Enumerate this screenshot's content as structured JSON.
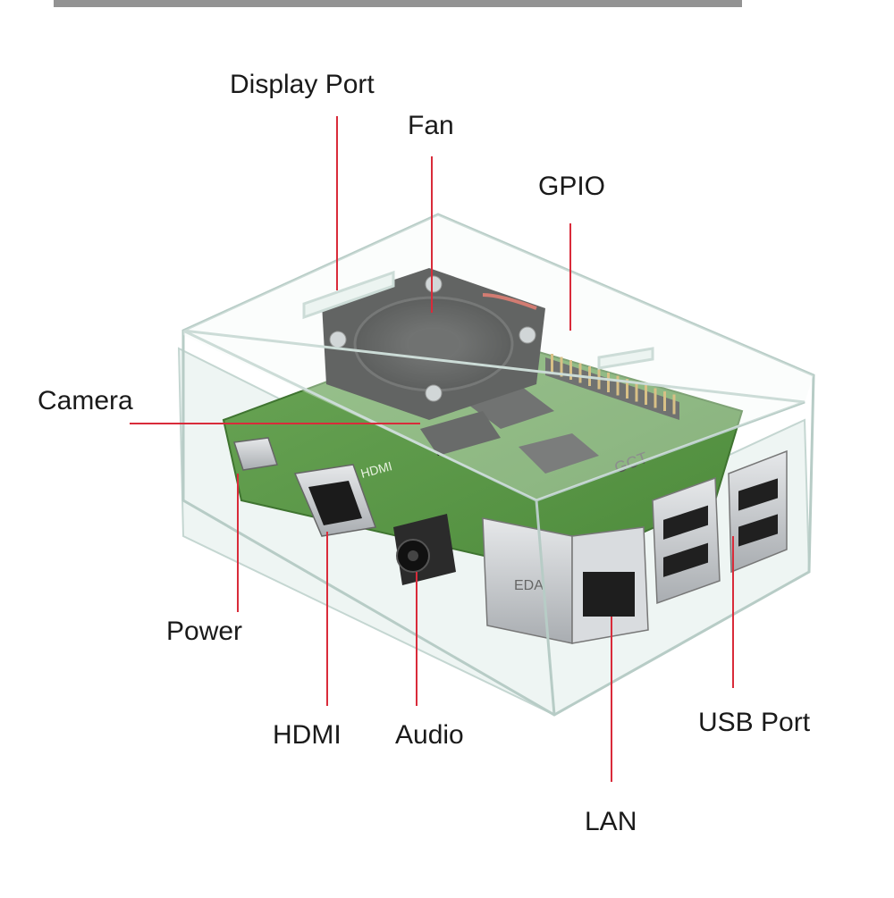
{
  "labels": {
    "display_port": "Display Port",
    "fan": "Fan",
    "gpio": "GPIO",
    "camera": "Camera",
    "power": "Power",
    "hdmi": "HDMI",
    "audio": "Audio",
    "usb_port": "USB Port",
    "lan": "LAN"
  },
  "board_markings": {
    "hdmi_silk": "HDMI",
    "usb_text": "GCT",
    "lan_text": "EDA"
  },
  "colors": {
    "leader_line": "#d92b3a",
    "label_text": "#1a1a1a",
    "pcb": "#5f9a4a",
    "fan": "#1c1c1c",
    "metal": "#c9cccf",
    "acrylic_edge": "#d7e6e2",
    "background": "#ffffff"
  }
}
